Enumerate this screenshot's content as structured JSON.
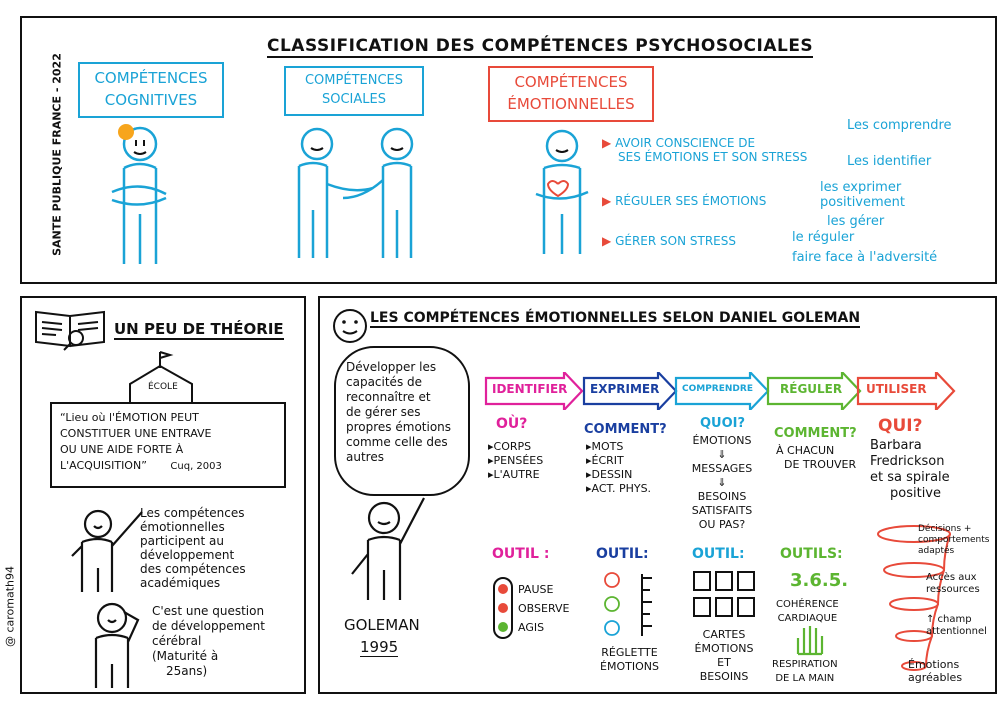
{
  "top": {
    "title": "CLASSIFICATION DES COMPÉTENCES PSYCHOSOCIALES",
    "side_label": "SANTE PUBLIQUE FRANCE - 2022",
    "cognitive": [
      "COMPÉTENCES",
      "COGNITIVES"
    ],
    "social": [
      "COMPÉTENCES",
      "SOCIALES"
    ],
    "emotional": [
      "COMPÉTENCES",
      "ÉMOTIONNELLES"
    ],
    "items": [
      {
        "text": [
          "AVOIR CONSCIENCE DE",
          "SES ÉMOTIONS ET SON STRESS"
        ],
        "subs": [
          "Les comprendre",
          "Les identifier"
        ]
      },
      {
        "text": [
          "RÉGULER SES ÉMOTIONS"
        ],
        "subs": [
          "les exprimer positivement",
          "les gérer"
        ]
      },
      {
        "text": [
          "GÉRER SON STRESS"
        ],
        "subs": [
          "le réguler",
          "faire face à l'adversité"
        ]
      }
    ]
  },
  "left": {
    "title": "UN PEU DE THÉORIE",
    "school": "ÉCOLE",
    "quote": [
      "“Lieu où l'ÉMOTION PEUT",
      "CONSTITUER UNE ENTRAVE",
      "OU UNE AIDE FORTE À",
      "L'ACQUISITION”"
    ],
    "cite": "Cuq, 2003",
    "note1": [
      "Les compétences",
      "émotionnelles",
      "participent au",
      "développement",
      "des compétences",
      "académiques"
    ],
    "note2": [
      "C'est une question",
      "de développement",
      "cérébral",
      "(Maturité à",
      "25ans)"
    ]
  },
  "right": {
    "title": "LES COMPÉTENCES ÉMOTIONNELLES SELON DANIEL GOLEMAN",
    "bubble": [
      "Développer les",
      "capacités de",
      "reconnaître et",
      "de gérer ses",
      "propres émotions",
      "comme celle des",
      "autres"
    ],
    "author": "GOLEMAN",
    "year": "1995",
    "steps": [
      {
        "label": "IDENTIFIER",
        "color": "#e0219b",
        "q": "OÙ?",
        "lines": [
          "▸CORPS",
          "▸PENSÉES",
          "▸L'AUTRE"
        ]
      },
      {
        "label": "EXPRIMER",
        "color": "#1a3fa0",
        "q": "COMMENT?",
        "lines": [
          "▸MOTS",
          "▸ÉCRIT",
          "▸DESSIN",
          "▸ACT. PHYS."
        ]
      },
      {
        "label": "COMPRENDRE",
        "color": "#1aa3d6",
        "q": "QUOI?",
        "lines": [
          "ÉMOTIONS",
          "⇓",
          "MESSAGES",
          "⇓",
          "BESOINS",
          "SATISFAITS",
          "OU PAS?"
        ]
      },
      {
        "label": "RÉGULER",
        "color": "#5cb531",
        "q": "COMMENT?",
        "lines": [
          "À CHACUN",
          "DE TROUVER"
        ]
      },
      {
        "label": "UTILISER",
        "color": "#e84a3a",
        "q": "QUI?",
        "lines": [
          "Barbara",
          "Fredrickson",
          "et sa spirale",
          "positive"
        ]
      }
    ],
    "tools": {
      "outil1": "OUTIL :",
      "outil2": "OUTIL:",
      "outil3": "OUTIL:",
      "outil4": "OUTILS:",
      "traffic": [
        "PAUSE",
        "OBSERVE",
        "AGIS"
      ],
      "reglette": [
        "RÉGLETTE",
        "ÉMOTIONS"
      ],
      "cartes": [
        "CARTES",
        "ÉMOTIONS",
        "ET",
        "BESOINS"
      ],
      "coherence_num": "3.6.5.",
      "coherence": [
        "COHÉRENCE",
        "CARDIAQUE"
      ],
      "respiration": [
        "RESPIRATION",
        "DE LA MAIN"
      ],
      "spiral": [
        "Décisions + comportements adaptés",
        "Accès aux ressources",
        "↑ champ attentionnel",
        "Émotions agréables"
      ]
    }
  },
  "credit": "@ caromath94"
}
